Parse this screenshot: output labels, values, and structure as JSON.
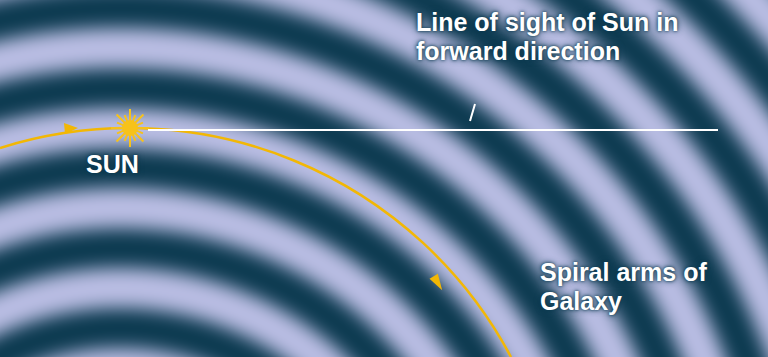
{
  "diagram": {
    "labels": [
      "Line of sight of Sun in forward direction",
      "SUN",
      "Spiral arms of Galaxy"
    ]
  }
}
